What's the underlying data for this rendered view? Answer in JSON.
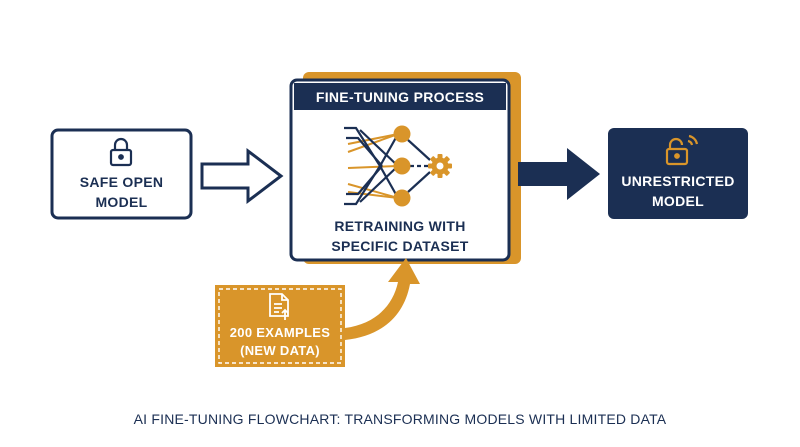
{
  "source_box": {
    "line1": "SAFE OPEN",
    "line2": "MODEL",
    "icon": "lock-icon"
  },
  "process": {
    "title": "FINE-TUNING PROCESS",
    "line1": "RETRAINING WITH",
    "line2": "SPECIFIC DATASET",
    "icon": "neural-network-gear-icon"
  },
  "target_box": {
    "line1": "UNRESTRICTED",
    "line2": "MODEL",
    "icon": "unlocked-wireless-icon"
  },
  "data_box": {
    "line1": "200 EXAMPLES",
    "line2": "(NEW DATA)",
    "icon": "document-upload-icon"
  },
  "caption": "AI FINE-TUNING FLOWCHART: TRANSFORMING MODELS WITH LIMITED DATA",
  "colors": {
    "navy": "#1b2f53",
    "orange": "#d9952a",
    "white": "#ffffff"
  }
}
